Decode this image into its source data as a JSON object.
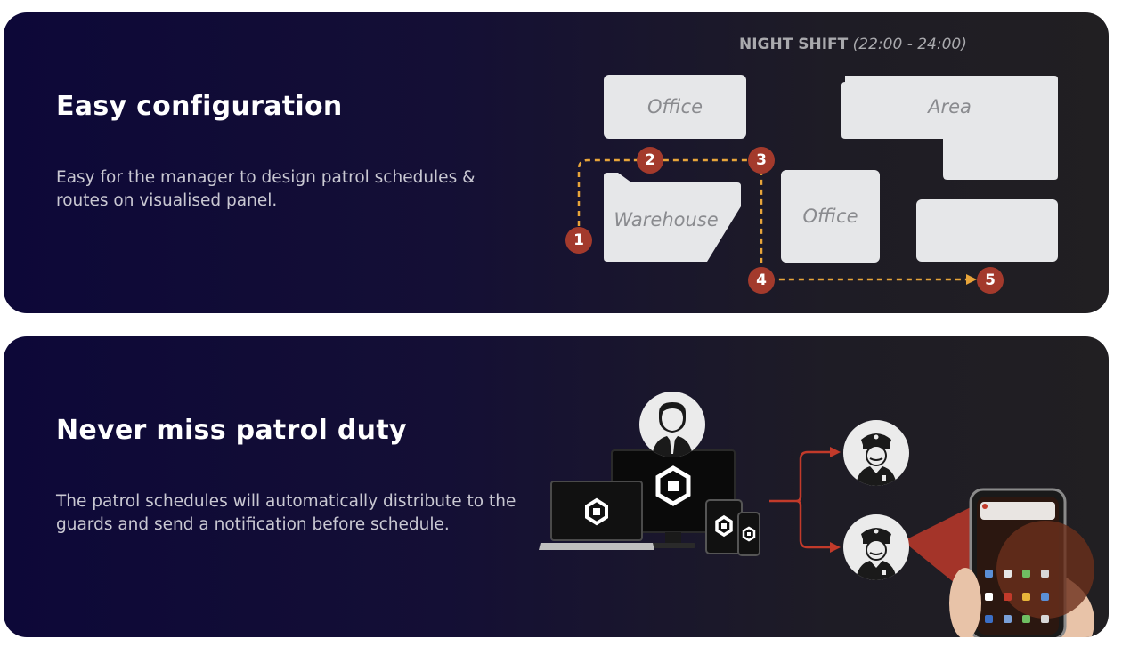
{
  "card1": {
    "title": "Easy configuration",
    "description": "Easy for the manager to design patrol schedules & routes on visualised panel.",
    "schedule": {
      "name": "NIGHT SHIFT",
      "time": "(22:00 - 24:00)"
    },
    "rooms": [
      {
        "label": "Office"
      },
      {
        "label": "Area"
      },
      {
        "label": "Warehouse"
      },
      {
        "label": "Office"
      },
      {
        "label": ""
      }
    ],
    "checkpoints": [
      "1",
      "2",
      "3",
      "4",
      "5"
    ],
    "colors": {
      "route": "#e8a53a",
      "marker": "#a33a2c",
      "room": "#e6e7e9"
    }
  },
  "card2": {
    "title": "Never miss patrol duty",
    "description": "The patrol schedules will automatically distribute to the guards and send a notification before schedule.",
    "icons": {
      "manager": "manager-avatar-icon",
      "guards": [
        "guard-avatar-icon",
        "guard-avatar-icon"
      ],
      "devices": "devices-illustration",
      "phone": "phone-notification-illustration"
    },
    "colors": {
      "arrow": "#c23a2a",
      "beam": "#c23a2a"
    }
  }
}
